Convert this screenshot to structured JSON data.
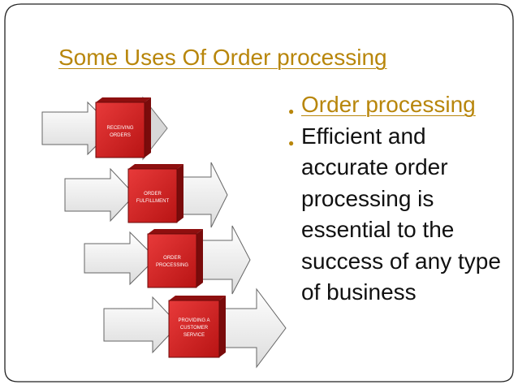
{
  "slide": {
    "title": "Some Uses Of Order processing",
    "accent_color": "#b8860b",
    "frame_color": "#222222",
    "diagram": {
      "steps": [
        {
          "label_line1": "RECEIVING",
          "label_line2": "ORDERS"
        },
        {
          "label_line1": "ORDER",
          "label_line2": "FULFILLMENT"
        },
        {
          "label_line1": "ORDER",
          "label_line2": "PROCESSING"
        },
        {
          "label_line1": "PROVIDING A",
          "label_line2": "CUSTOMER",
          "label_line3": "SERVICE"
        }
      ],
      "box_color": "#d41f1f",
      "arrow_color": "#f2f2f2"
    },
    "bullets": [
      {
        "text": "Order processing",
        "style": "link"
      },
      {
        "text": "Efficient and accurate order processing is essential to the success of any type of business",
        "style": "plain"
      }
    ]
  }
}
